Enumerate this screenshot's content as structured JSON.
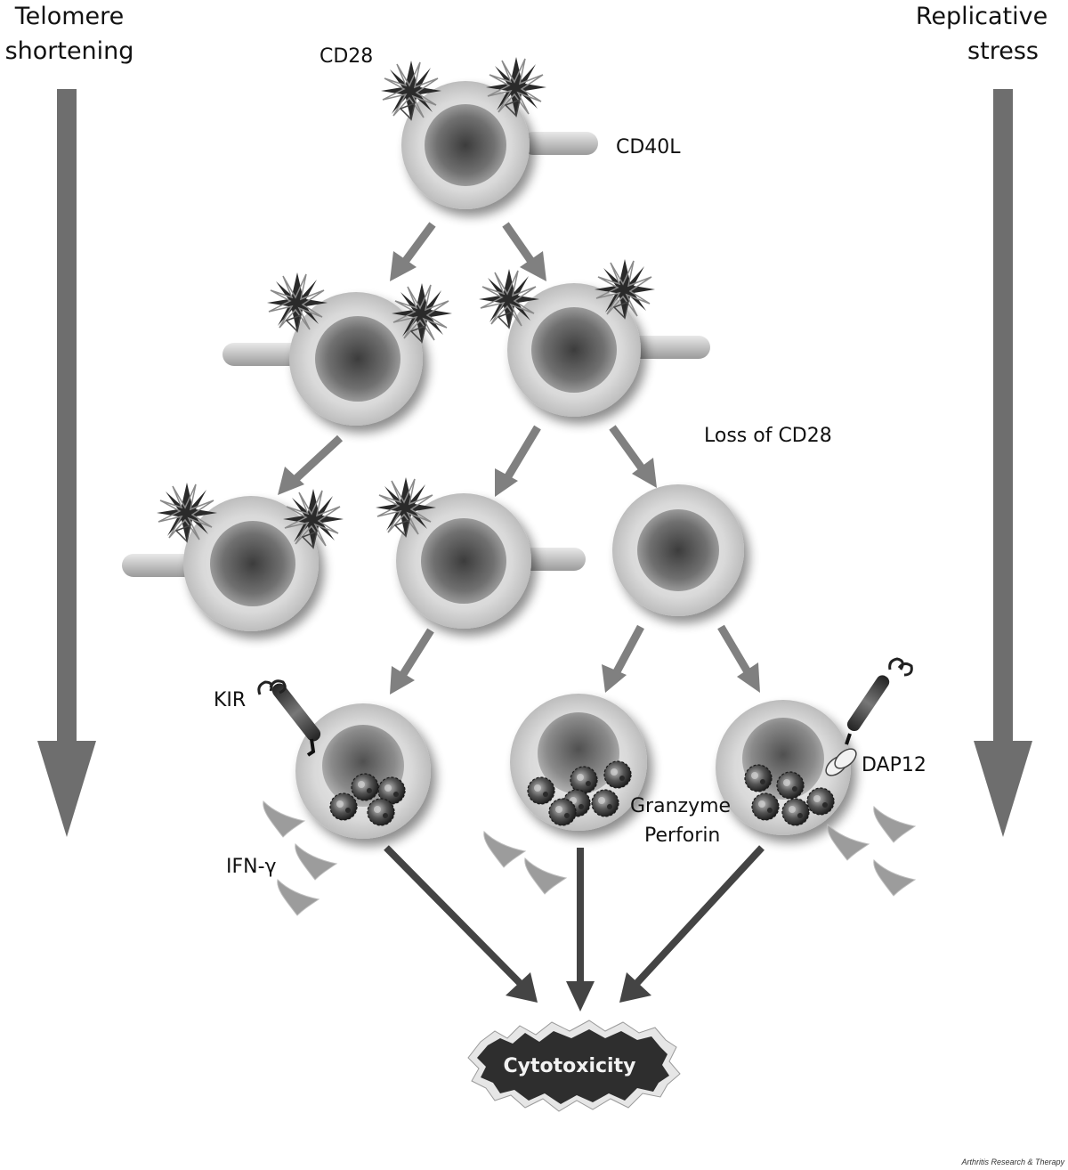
{
  "left_side": {
    "line1": "Telomere",
    "line2": "shortening"
  },
  "right_side": {
    "line1": "Replicative",
    "line2": "stress"
  },
  "labels": {
    "cd28": "CD28",
    "cd40l": "CD40L",
    "loss_cd28": "Loss of CD28",
    "kir": "KIR",
    "dap12": "DAP12",
    "granzyme": "Granzyme",
    "perforin": "Perforin",
    "ifn": "IFN-γ"
  },
  "outcome": "Cytotoxicity",
  "credit": "Arthritis Research & Therapy",
  "colors": {
    "arrow_gray": "#808080",
    "side_arrow": "#6e6e6e",
    "dark_arrow": "#444444",
    "cell_outer": "#d8d8d8",
    "nucleus": "#5a5a5a",
    "burst": "#2e2e2e"
  }
}
